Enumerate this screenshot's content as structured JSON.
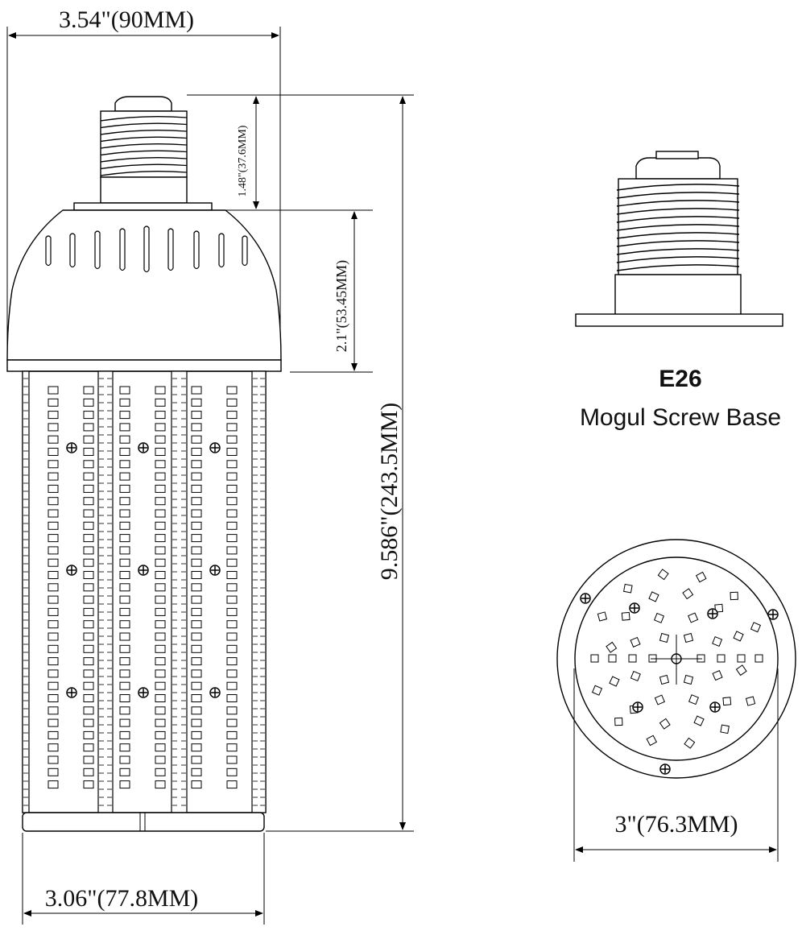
{
  "dimensions": {
    "top_width": "3.54\"(90MM)",
    "base_height": "1.48\"(37.6MM)",
    "dome_height": "2.1\"(53.45MM)",
    "total_height": "9.586\"(243.5MM)",
    "bottom_width": "3.06\"(77.8MM)",
    "circle_diameter": "3\"(76.3MM)"
  },
  "base_info": {
    "model": "E26",
    "description": "Mogul Screw Base"
  },
  "colors": {
    "line": "#000000",
    "background": "#ffffff"
  }
}
